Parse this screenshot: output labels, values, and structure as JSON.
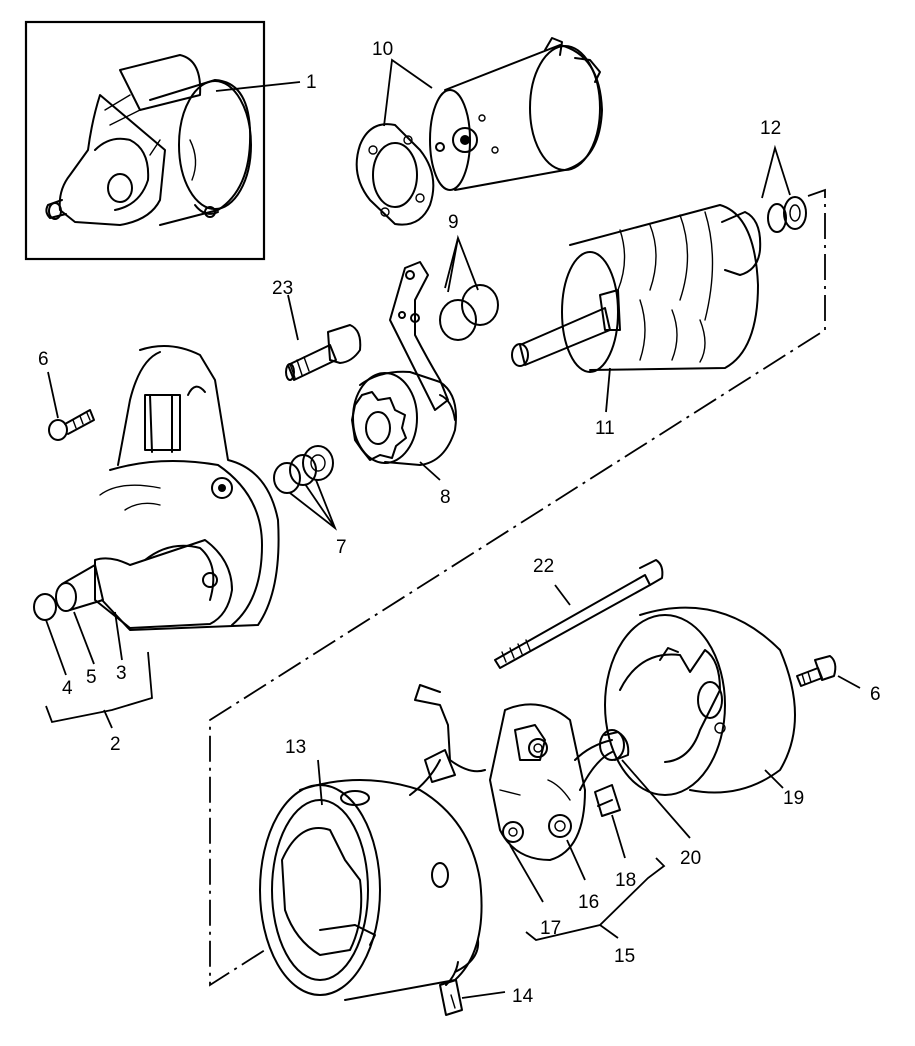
{
  "callouts": {
    "c1": "1",
    "c2": "2",
    "c3": "3",
    "c4": "4",
    "c5": "5",
    "c6a": "6",
    "c6b": "6",
    "c7": "7",
    "c8": "8",
    "c9": "9",
    "c10": "10",
    "c11": "11",
    "c12": "12",
    "c13": "13",
    "c14": "14",
    "c15": "15",
    "c16": "16",
    "c17": "17",
    "c18": "18",
    "c19": "19",
    "c20": "20",
    "c22": "22",
    "c23": "23"
  },
  "style": {
    "ink": "#000000",
    "paper": "#ffffff"
  }
}
